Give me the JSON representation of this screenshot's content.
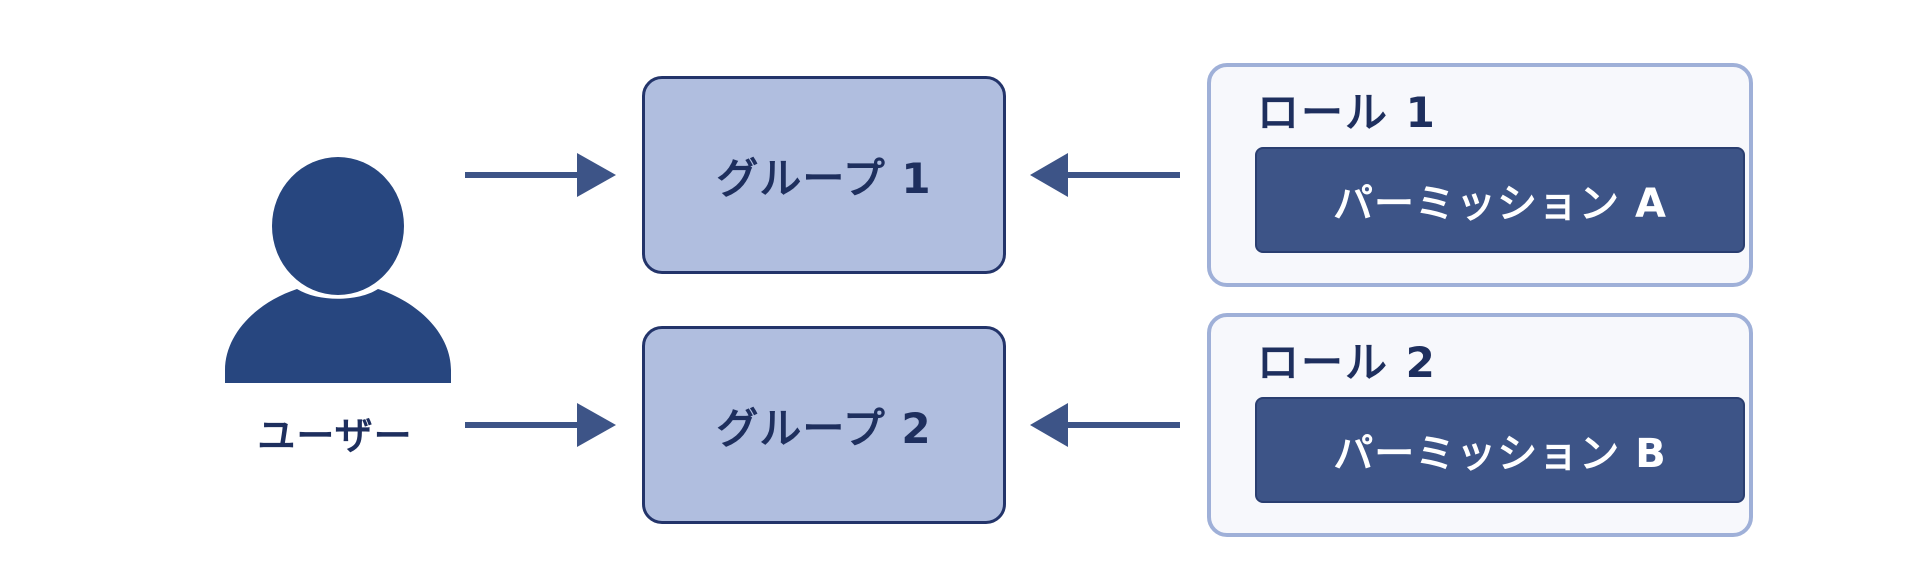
{
  "diagram": {
    "user": {
      "label": "ユーザー",
      "icon": "person-icon"
    },
    "groups": [
      {
        "label": "グループ 1"
      },
      {
        "label": "グループ 2"
      }
    ],
    "roles": [
      {
        "title": "ロール 1",
        "permission": "パーミッション A"
      },
      {
        "title": "ロール 2",
        "permission": "パーミッション B"
      }
    ],
    "edges": [
      {
        "from": "user",
        "to": "group-1"
      },
      {
        "from": "user",
        "to": "group-2"
      },
      {
        "from": "role-1",
        "to": "group-1"
      },
      {
        "from": "role-2",
        "to": "group-2"
      }
    ],
    "colors": {
      "navy": "#23346a",
      "user_fill": "#27467f",
      "group_fill": "#b0bedf",
      "role_border": "#9fb0d8",
      "role_fill": "#f7f8fc",
      "permission_fill": "#3d5487",
      "text_dark": "#1e2f5e",
      "arrow": "#3d5487"
    }
  }
}
